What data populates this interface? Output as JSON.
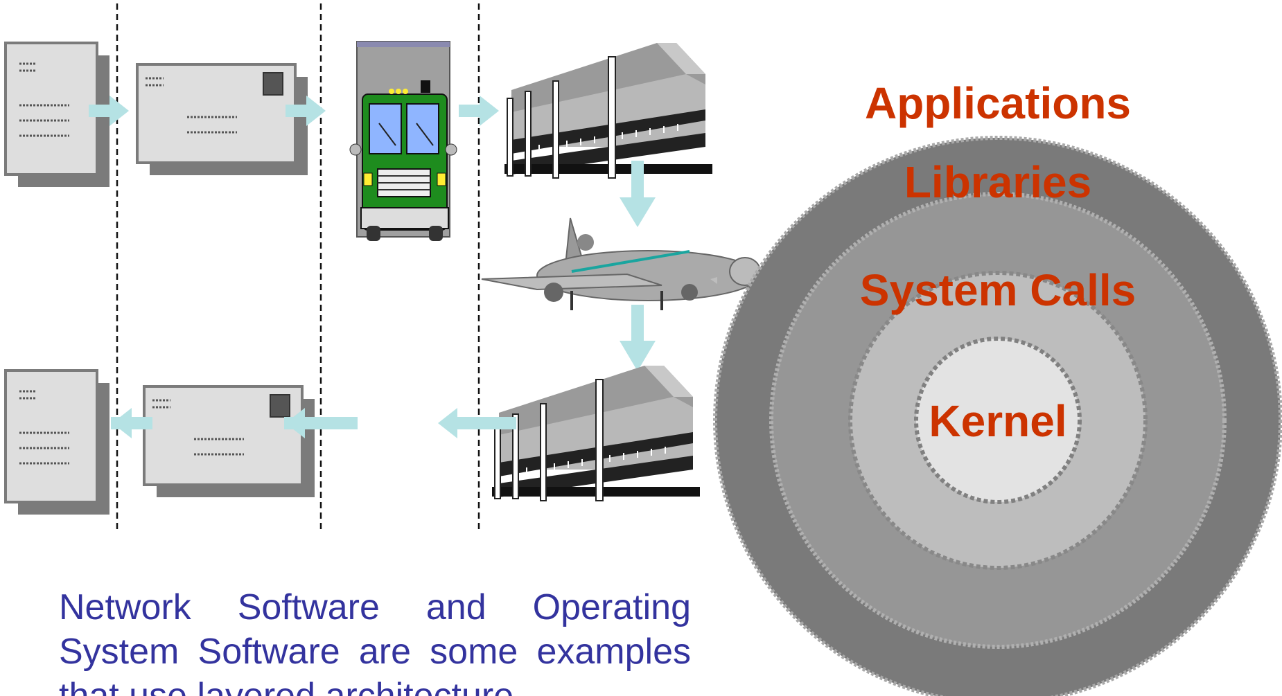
{
  "layers": {
    "applications": "Applications",
    "libraries": "Libraries",
    "system_calls": "System Calls",
    "kernel": "Kernel"
  },
  "caption": {
    "line1": "Network Software and Operating",
    "line2": "System Software are some examples",
    "line3": "that use layered architecture."
  },
  "colors": {
    "label": "#cc3300",
    "caption": "#33339e",
    "arrow": "#b5e2e4",
    "ring_outer": "#7a7a7a",
    "ring_2": "#969696",
    "ring_3": "#bdbdbd",
    "ring_inner": "#e3e3e3"
  },
  "icons": [
    "document-icon",
    "envelope-icon",
    "mail-truck-icon",
    "post-office-building-icon",
    "airplane-icon",
    "arrow-icon"
  ]
}
